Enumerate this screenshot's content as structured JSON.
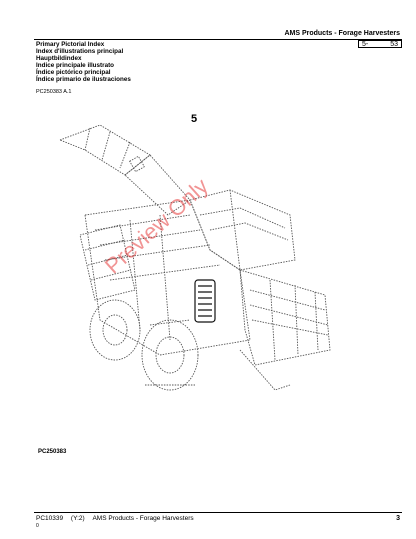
{
  "header": {
    "title": "AMS Products - Forage Harvesters",
    "section": "5-",
    "page": "53"
  },
  "index_titles": [
    "Primary Pictorial Index",
    "Index d'illustrations principal",
    "Hauptbildindex",
    "Indice principale illustrato",
    "Índice pictórico principal",
    "Índice primario de ilustraciones"
  ],
  "ref_code": "PC250383 A.1",
  "section_number": "5",
  "figure_label": "PC250383",
  "watermark": "Preview Only",
  "footer": {
    "doc_id": "PC10339",
    "revision": "(Y:2)",
    "title": "AMS Products - Forage Harvesters",
    "sub": "0",
    "page_number": "3"
  },
  "colors": {
    "watermark": "#e63c3c",
    "line_art": "#555555"
  }
}
